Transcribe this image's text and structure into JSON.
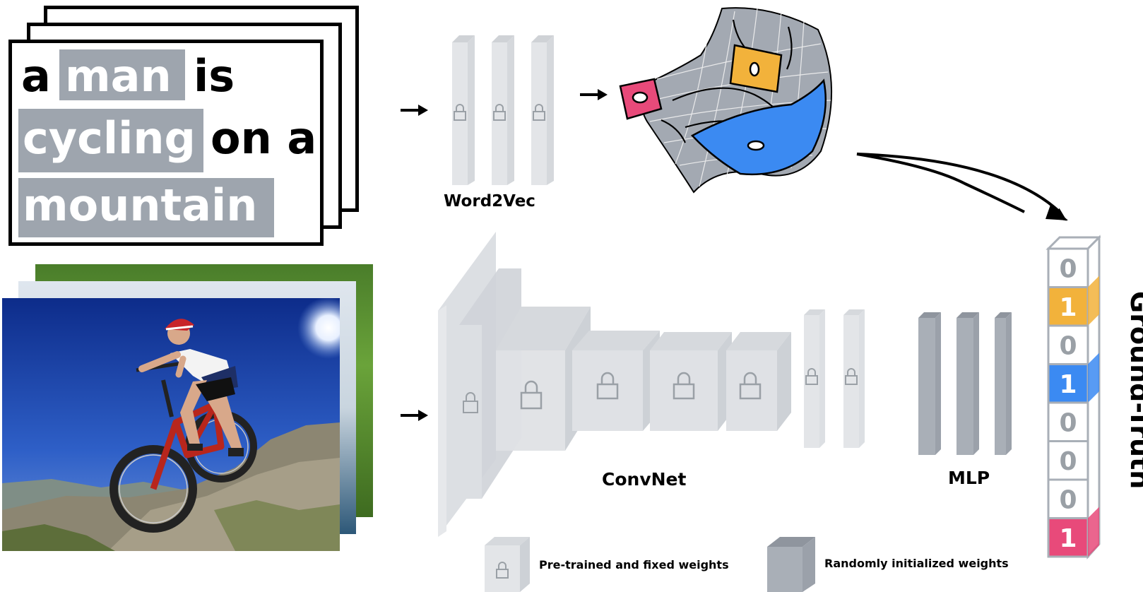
{
  "sentence": {
    "words": [
      {
        "text": "a",
        "highlight": false
      },
      {
        "text": "man",
        "highlight": true
      },
      {
        "text": "is",
        "highlight": false
      },
      {
        "text": "cycling",
        "highlight": true
      },
      {
        "text": "on a",
        "highlight": false
      },
      {
        "text": "mountain",
        "highlight": true
      }
    ]
  },
  "labels": {
    "word2vec": "Word2Vec",
    "convnet": "ConvNet",
    "mlp": "MLP",
    "ground_truth": "Ground-Truth"
  },
  "legend": {
    "pretrained": "Pre-trained and fixed weights",
    "random": "Randomly initialized weights"
  },
  "ground_truth_vector": [
    {
      "value": "0",
      "color": "#ffffff"
    },
    {
      "value": "1",
      "color": "#f2b23b"
    },
    {
      "value": "0",
      "color": "#ffffff"
    },
    {
      "value": "1",
      "color": "#3b8af2"
    },
    {
      "value": "0",
      "color": "#ffffff"
    },
    {
      "value": "0",
      "color": "#ffffff"
    },
    {
      "value": "0",
      "color": "#ffffff"
    },
    {
      "value": "1",
      "color": "#e84a7a"
    }
  ],
  "colors": {
    "highlight_bg": "#9ea5ae",
    "layer_light": "#e3e5e8",
    "layer_dark": "#a9afb7",
    "orange": "#f2b23b",
    "blue": "#3b8af2",
    "pink": "#e84a7a"
  }
}
